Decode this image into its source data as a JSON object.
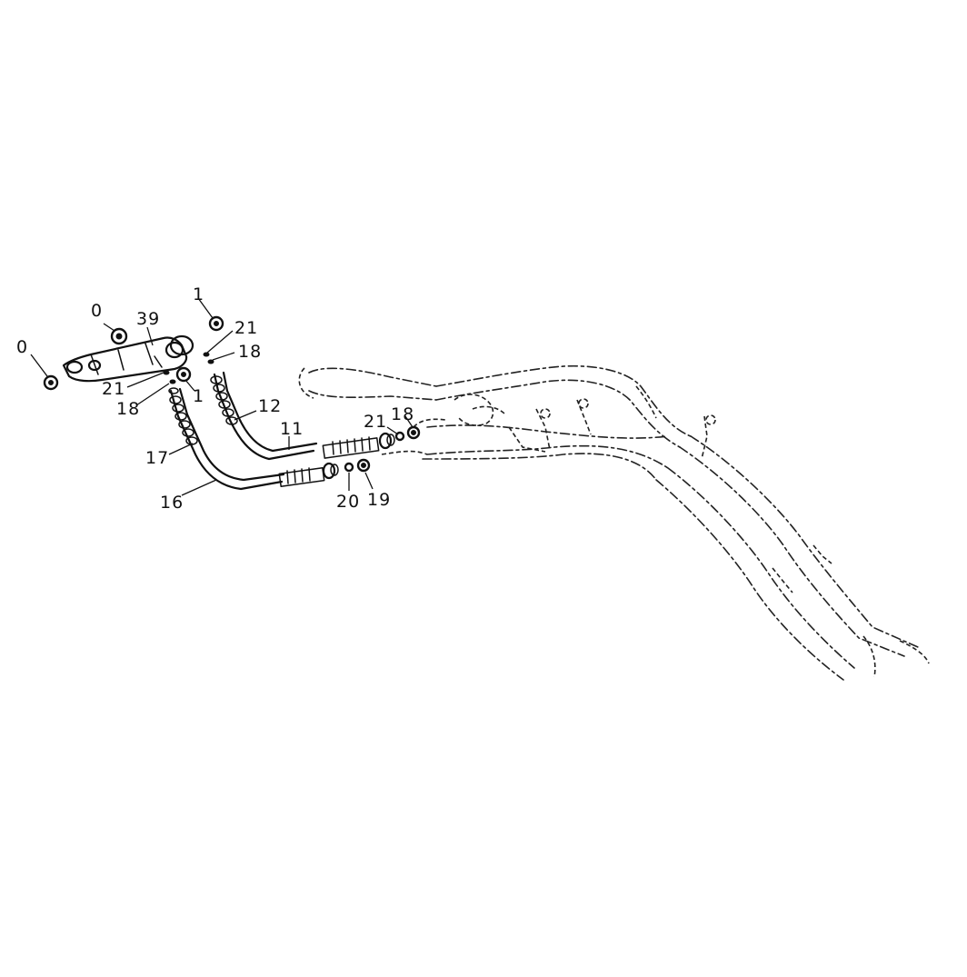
{
  "callouts": [
    {
      "id": "c0a",
      "text": "0"
    },
    {
      "id": "c0b",
      "text": "0"
    },
    {
      "id": "c39",
      "text": "39"
    },
    {
      "id": "c1a",
      "text": "1"
    },
    {
      "id": "c21a",
      "text": "21"
    },
    {
      "id": "c18a",
      "text": "18"
    },
    {
      "id": "c21b",
      "text": "21"
    },
    {
      "id": "c18b",
      "text": "18"
    },
    {
      "id": "c1b",
      "text": "1"
    },
    {
      "id": "c12",
      "text": "12"
    },
    {
      "id": "c11",
      "text": "11"
    },
    {
      "id": "c17",
      "text": "17"
    },
    {
      "id": "c16",
      "text": "16"
    },
    {
      "id": "c21c",
      "text": "21"
    },
    {
      "id": "c18c",
      "text": "18"
    },
    {
      "id": "c20",
      "text": "20"
    },
    {
      "id": "c19",
      "text": "19"
    }
  ]
}
